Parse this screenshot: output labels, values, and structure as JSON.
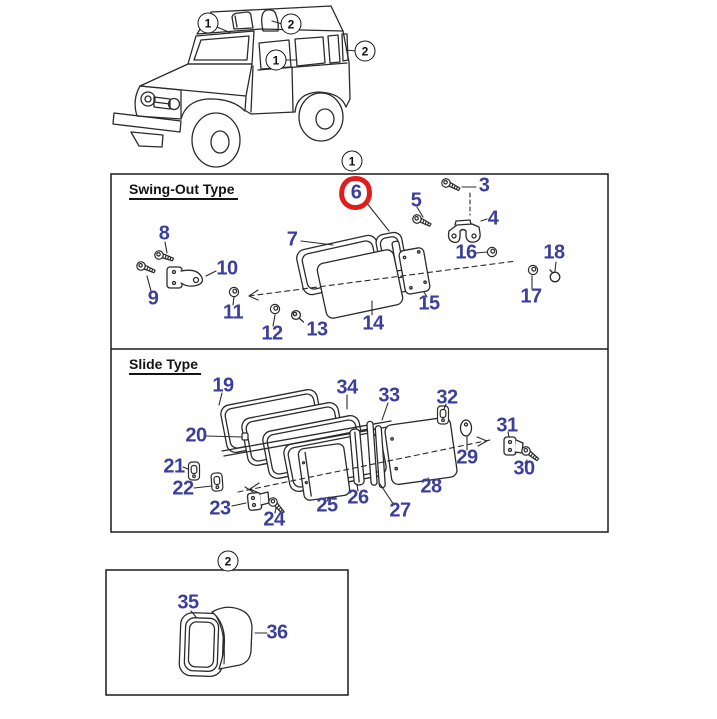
{
  "labels": {
    "section_swing_out": "Swing-Out Type",
    "section_slide": "Slide Type"
  },
  "callouts": {
    "one": "1",
    "two": "2"
  },
  "parts": {
    "p3": "3",
    "p4": "4",
    "p5": "5",
    "p6": "6",
    "p7": "7",
    "p8": "8",
    "p9": "9",
    "p10": "10",
    "p11": "11",
    "p12": "12",
    "p13": "13",
    "p14": "14",
    "p15": "15",
    "p16": "16",
    "p17": "17",
    "p18": "18",
    "p19": "19",
    "p20": "20",
    "p21": "21",
    "p22": "22",
    "p23": "23",
    "p24": "24",
    "p25": "25",
    "p26": "26",
    "p27": "27",
    "p28": "28",
    "p29": "29",
    "p30": "30",
    "p31": "31",
    "p32": "32",
    "p33": "33",
    "p34": "34",
    "p35": "35",
    "p36": "36"
  },
  "highlight": {
    "part": "6",
    "ring_color": "#e01d1d"
  },
  "colors": {
    "label": "#3b3f9c",
    "line": "#2b2b2b"
  }
}
